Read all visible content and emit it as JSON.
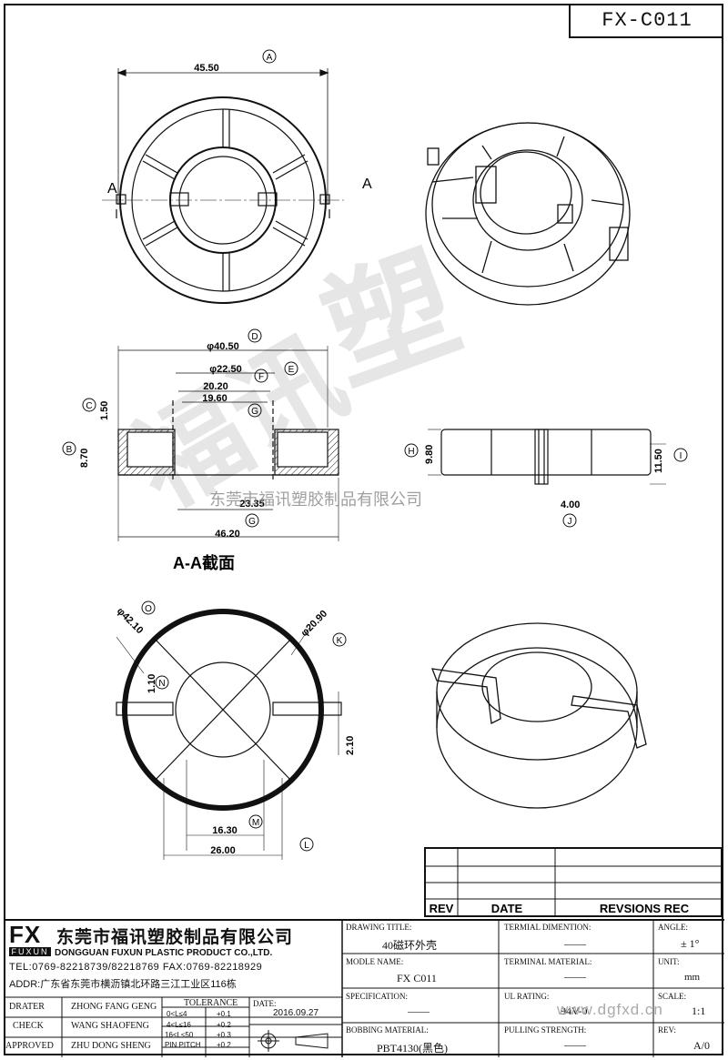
{
  "drawing_no": "FX-C011",
  "views": {
    "top": {
      "dim_a": "45.50",
      "label_a": "A",
      "section_mark": "A"
    },
    "section": {
      "title": "A-A截面",
      "dims": {
        "d": "φ40.50",
        "e": "φ22.50",
        "f": "20.20",
        "g": "19.60",
        "c": "1.50",
        "b": "8.70",
        "h_center": "23.35",
        "bottom": "46.20"
      },
      "labels": {
        "d": "D",
        "e": "E",
        "f": "F",
        "g": "G",
        "c": "C",
        "b": "B",
        "g2": "G"
      }
    },
    "side": {
      "h": "9.80",
      "i": "11.50",
      "j": "4.00",
      "labels": {
        "h": "H",
        "i": "I",
        "j": "J"
      }
    },
    "bottom": {
      "o": "φ42.10",
      "k": "φ20.90",
      "n": "1.10",
      "side": "2.10",
      "m": "16.30",
      "l": "26.00",
      "labels": {
        "o": "O",
        "k": "K",
        "n": "N",
        "m": "M",
        "l": "L"
      }
    }
  },
  "watermark": "东莞市福讯塑胶制品有限公司",
  "watermark_url": "www.dgfxd.cn",
  "revision_table": {
    "headers": [
      "REV",
      "DATE",
      "REVSIONS REC"
    ]
  },
  "company": {
    "logo_text": "FX",
    "logo_sub": "FUXUN",
    "name_cn": "东莞市福讯塑胶制品有限公司",
    "name_en": "DONGGUAN FUXUN PLASTIC PRODUCT CO.,LTD.",
    "tel": "TEL:0769-82218739/82218769 FAX:0769-82218929",
    "addr": "ADDR:广东省东莞市横沥镇北环路三江工业区116栋"
  },
  "signoff": [
    {
      "role": "DRATER",
      "name": "ZHONG FANG GENG"
    },
    {
      "role": "CHECK",
      "name": "WANG SHAOFENG"
    },
    {
      "role": "APPROVED",
      "name": "ZHU DONG SHENG"
    }
  ],
  "tolerance": {
    "title": "TOLERANCE",
    "rows": [
      [
        "0<L≤4",
        "+0.1"
      ],
      [
        "4<L≤16",
        "+0.2"
      ],
      [
        "16<L≤50",
        "+0.3"
      ],
      [
        "PIN PITCH",
        "+0.2"
      ]
    ]
  },
  "date": {
    "label": "DATE:",
    "value": "2016.09.27"
  },
  "fields": {
    "drawing_title": {
      "label": "DRAWING TITLE:",
      "value": "40磁环外壳"
    },
    "model_name": {
      "label": "MODLE NAME:",
      "value": "FX C011"
    },
    "specification": {
      "label": "SPECIFICATION:",
      "value": "——"
    },
    "bobbing_material": {
      "label": "BOBBING MATERIAL:",
      "value": "PBT4130(黑色)"
    },
    "termial_dimention": {
      "label": "TERMIAL DIMENTION:",
      "value": "——"
    },
    "terminal_material": {
      "label": "TERMINAL MATERIAL:",
      "value": "——"
    },
    "ul_rating": {
      "label": "UL RATING:",
      "value": "94V-0"
    },
    "pulling_strength": {
      "label": "PULLING STRENGTH:",
      "value": "——"
    },
    "angle": {
      "label": "ANGLE:",
      "value": "± 1°"
    },
    "unit": {
      "label": "UNIT:",
      "value": "mm"
    },
    "scale": {
      "label": "SCALE:",
      "value": "1:1"
    },
    "rev": {
      "label": "REV:",
      "value": "A/0"
    }
  }
}
